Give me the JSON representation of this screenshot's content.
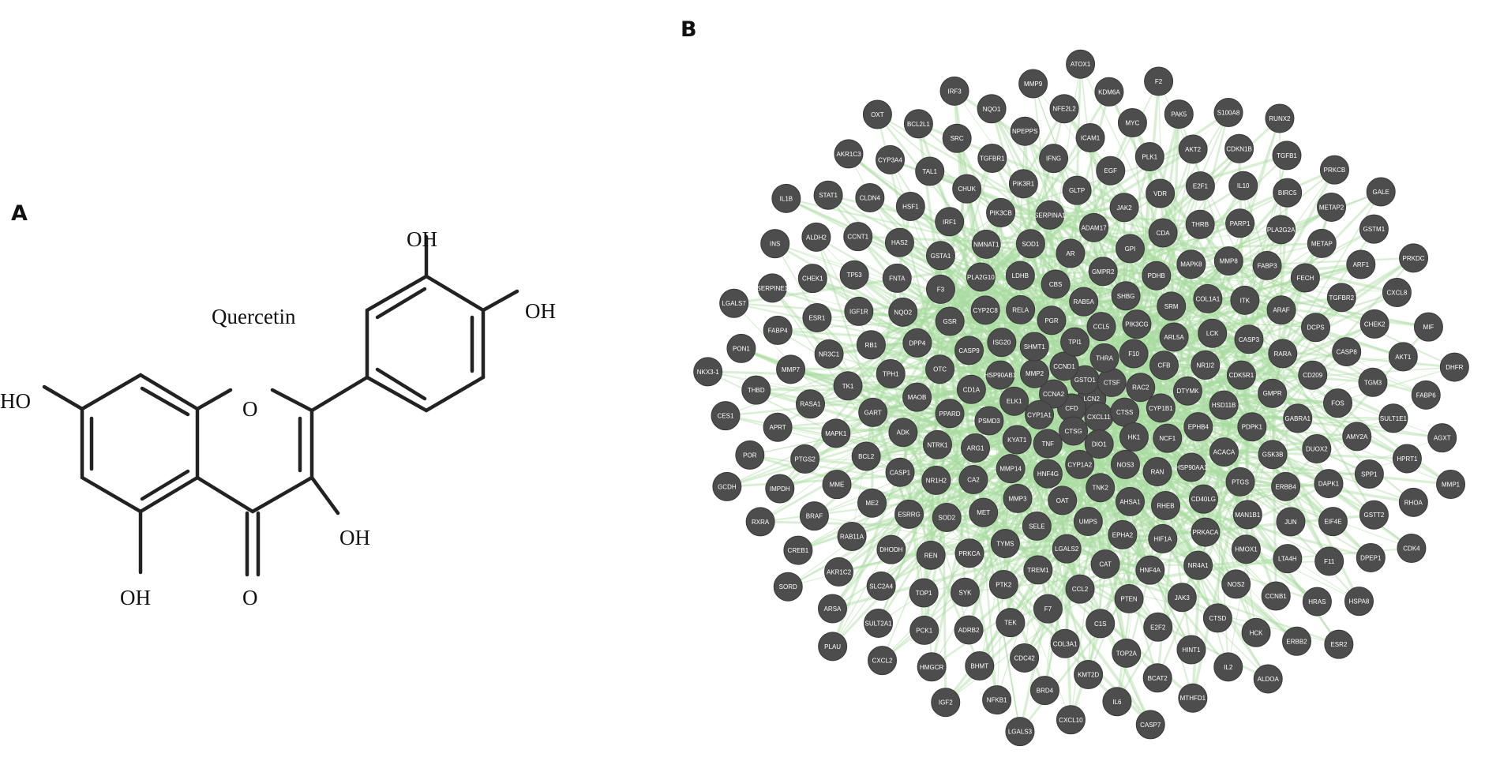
{
  "panels": {
    "a": {
      "label": "A",
      "compound_name": "Quercetin",
      "atoms": {
        "oh_top": "OH",
        "oh_right": "OH",
        "ho_left": "HO",
        "ring_o": "O",
        "oh_c3": "OH",
        "oh_c5": "OH",
        "carbonyl_o": "O"
      }
    },
    "b": {
      "label": "B",
      "node_color": "#4d4d4d",
      "edge_color": "#a8dca0",
      "nodes": [
        "LCN2",
        "CFD",
        "GSTO1",
        "CXCL11",
        "CCNA2",
        "CTSF",
        "CTSG",
        "CCND1",
        "CTSS",
        "CYP1A1",
        "THRA",
        "DIO1",
        "MMP2",
        "RAC2",
        "TNF",
        "TPI1",
        "HK1",
        "ELK1",
        "F10",
        "CYP1A2",
        "SHMT1",
        "CYP1B1",
        "KYAT1",
        "CCL5",
        "NOS3",
        "HSP90AB1",
        "CFB",
        "HNF4G",
        "PGR",
        "NCF1",
        "PSMD3",
        "PIK3CG",
        "TNK2",
        "ISG20",
        "DTYMK",
        "MMP14",
        "RAB5A",
        "RAN",
        "CD1A",
        "ARL5A",
        "OAT",
        "RELA",
        "EPHB4",
        "ARG1",
        "SHBG",
        "AHSA1",
        "CASP9",
        "NR1I2",
        "MMP3",
        "CBS",
        "HSP90AA1",
        "PPARD",
        "SRM",
        "UMPS",
        "CYP2C8",
        "HSD11B",
        "CA2",
        "GMPR2",
        "RHEB",
        "OTC",
        "LCK",
        "SELE",
        "LDHB",
        "ACACA",
        "NTRK1",
        "PDHB",
        "EPHA2",
        "GSR",
        "CDK5R1",
        "MET",
        "AR",
        "CD40LG",
        "MAOB",
        "COL1A1",
        "LGALS2",
        "PLA2G10",
        "PDPK1",
        "NR1H2",
        "GPI",
        "HIF1A",
        "DPP4",
        "CASP3",
        "TYMS",
        "SOD1",
        "PTGS",
        "ADK",
        "MAPK8",
        "CAT",
        "F3",
        "GMPR",
        "SOD2",
        "ADAM17",
        "PRKACA",
        "TPH1",
        "ITK",
        "TREM1",
        "NMNAT1",
        "GSK3B",
        "CASP1",
        "CDA",
        "HNF4A",
        "NQO2",
        "RARA",
        "PRKCA",
        "SERPINA1",
        "MAN1B1",
        "GART",
        "MMP8",
        "CCL2",
        "GSTA1",
        "GABRA1",
        "ESRRG",
        "JAK2",
        "NR4A1",
        "RB1",
        "ARAF",
        "PTK2",
        "PIK3CB",
        "ERBB4",
        "BCL2",
        "THRB",
        "PTEN",
        "FNTA",
        "CD209",
        "REN",
        "GLTP",
        "HMOX1",
        "TK1",
        "FABP3",
        "F7",
        "IRF1",
        "DUOX2",
        "ME2",
        "VDR",
        "JAK3",
        "IGF1R",
        "DCPS",
        "SYK",
        "PIK3R1",
        "JUN",
        "MAPK1",
        "PARP1",
        "C1S",
        "HAS2",
        "FOS",
        "DHODH",
        "EGF",
        "NOS2",
        "NR3C1",
        "FECH",
        "TEK",
        "CHUK",
        "DAPK1",
        "MME",
        "E2F1",
        "E2F2",
        "TP53",
        "CASP8",
        "TOP1",
        "IFNG",
        "LTA4H",
        "RASA1",
        "PLA2G2A",
        "COL3A1",
        "HSF1",
        "AMY2A",
        "RAB11A",
        "PLK1",
        "CTSD",
        "ESR1",
        "TGFBR2",
        "ADRB2",
        "TGFBR1",
        "EIF4E",
        "PTGS2",
        "IL10",
        "TOP2A",
        "CCNT1",
        "TGM3",
        "SLC2A4",
        "ICAM1",
        "CCNB1",
        "MMP7",
        "METAP",
        "CDC42",
        "TAL1",
        "SPP1",
        "BRAF",
        "AKT2",
        "HINT1",
        "CHEK1",
        "CHEK2",
        "PCK1",
        "NPEPPS",
        "F11",
        "APRT",
        "BIRC5",
        "KMT2D",
        "CLDN4",
        "SULT1E1",
        "AKR1C2",
        "MYC",
        "HCK",
        "FABP4",
        "ARF1",
        "BHMT",
        "SRC",
        "GSTT2",
        "IMPDH",
        "CDKN1B",
        "BCAT2",
        "ALDH2",
        "AKT1",
        "SULT2A1",
        "NFE2L2",
        "HRAS",
        "THBD",
        "METAP2",
        "BRD4",
        "CYP3A4",
        "HPRT1",
        "CREB1",
        "PAK5",
        "IL2",
        "SERPINE1",
        "CXCL8",
        "HMGCR",
        "NQO1",
        "DPEP1",
        "POR",
        "TGFB1",
        "IL6",
        "STAT1",
        "FABP6",
        "ARSA",
        "KDM6A",
        "ERBB2",
        "PON1",
        "GSTM1",
        "NFKB1",
        "BCL2L1",
        "RHOA",
        "RXRA",
        "S100A8",
        "MTHFD1",
        "INS",
        "MIF",
        "CXCL2",
        "MMP9",
        "HSPA8",
        "CES1",
        "PRKCB",
        "CXCL10",
        "AKR1C3",
        "AGXT",
        "SORD",
        "F2",
        "ALDOA",
        "LGALS7",
        "PRKDC",
        "IGF2",
        "IRF3",
        "CDK4",
        "GCDH",
        "RUNX2",
        "CASP7",
        "IL1B",
        "DHFR",
        "PLAU",
        "ATOX1",
        "ESR2",
        "NKX3-1",
        "GALE",
        "LGALS3",
        "OXT",
        "MMP1"
      ]
    }
  }
}
